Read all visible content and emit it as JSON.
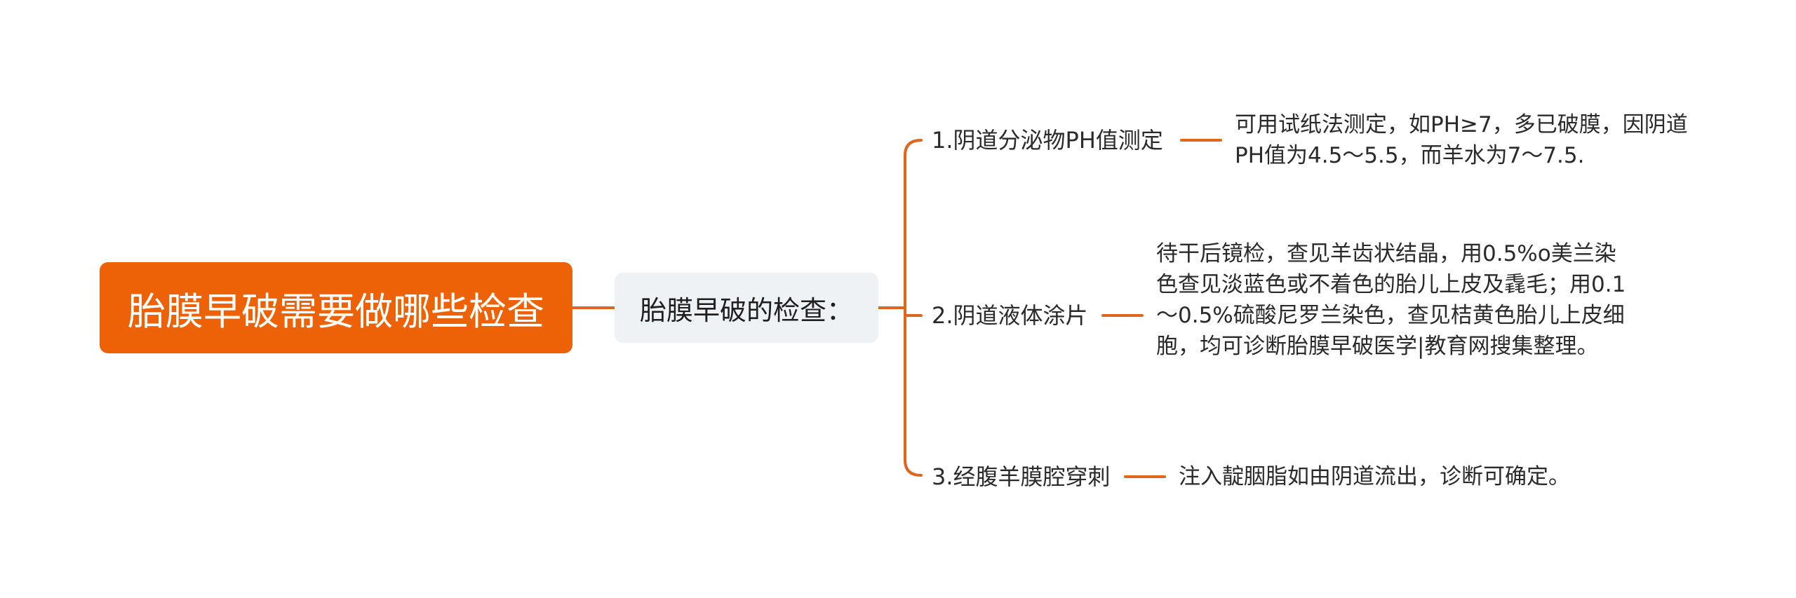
{
  "colors": {
    "root_fill": "#ee6207",
    "subtopic_fill": "#eff2f5",
    "connector": "#e0661e",
    "text": "#2a2a2a"
  },
  "root": {
    "label": "胎膜早破需要做哪些检查"
  },
  "subtopic": {
    "label": "胎膜早破的检查："
  },
  "branches": [
    {
      "label": "1.阴道分泌物PH值测定",
      "detail": "可用试纸法测定，如PH≥7，多已破膜，因阴道PH值为4.5～5.5，而羊水为7～7.5."
    },
    {
      "label": "2.阴道液体涂片",
      "detail": "待干后镜检，查见羊齿状结晶，用0.5%o美兰染色查见淡蓝色或不着色的胎儿上皮及毳毛；用0.1～0.5%硫酸尼罗兰染色，查见桔黄色胎儿上皮细胞，均可诊断胎膜早破医学|教育网搜集整理。"
    },
    {
      "label": "3.经腹羊膜腔穿刺",
      "detail": "注入靛胭脂如由阴道流出，诊断可确定。"
    }
  ]
}
